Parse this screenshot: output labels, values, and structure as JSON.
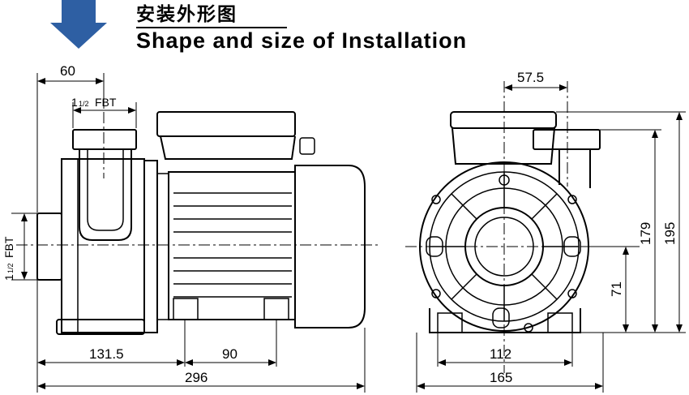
{
  "title": {
    "chinese": "安装外形图",
    "english": "Shape and size of Installation"
  },
  "dimensions": {
    "top_width": "60",
    "top_port": "1",
    "top_port_frac": "1/2",
    "top_port_unit": "FBT",
    "side_port": "1",
    "side_port_frac": "1/2",
    "side_port_unit": "FBT",
    "pump_to_foot": "131.5",
    "foot_spacing": "90",
    "total_length": "296",
    "outlet_offset": "57.5",
    "foot_width": "112",
    "base_width": "165",
    "shaft_height": "71",
    "outlet_height": "179",
    "total_height": "195"
  },
  "colors": {
    "arrow": "#2e5fa3",
    "line": "#000000"
  }
}
